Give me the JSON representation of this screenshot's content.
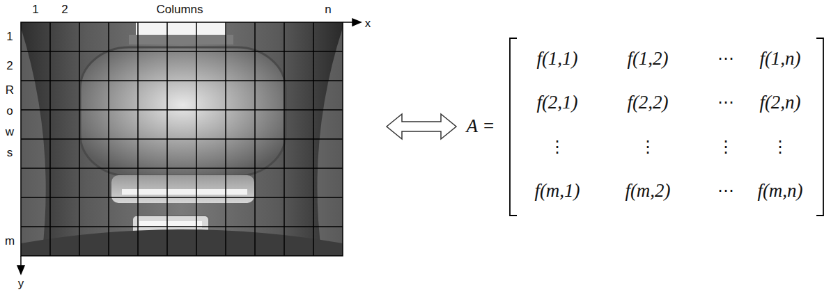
{
  "diagram": {
    "labels": [
      "1",
      "2",
      "Columns",
      "n",
      "x",
      "1",
      "2",
      "R",
      "o",
      "w",
      "s",
      "m",
      "y",
      "A =",
      "f(1,1)",
      "f(1,2)",
      "⋯",
      "f(1,n)",
      "f(2,1)",
      "f(2,2)",
      "⋯",
      "f(2,n)",
      "⋮",
      "⋮",
      "⋮",
      "⋮",
      "f(m,1)",
      "f(m,2)",
      "⋯",
      "f(m,n)"
    ]
  }
}
